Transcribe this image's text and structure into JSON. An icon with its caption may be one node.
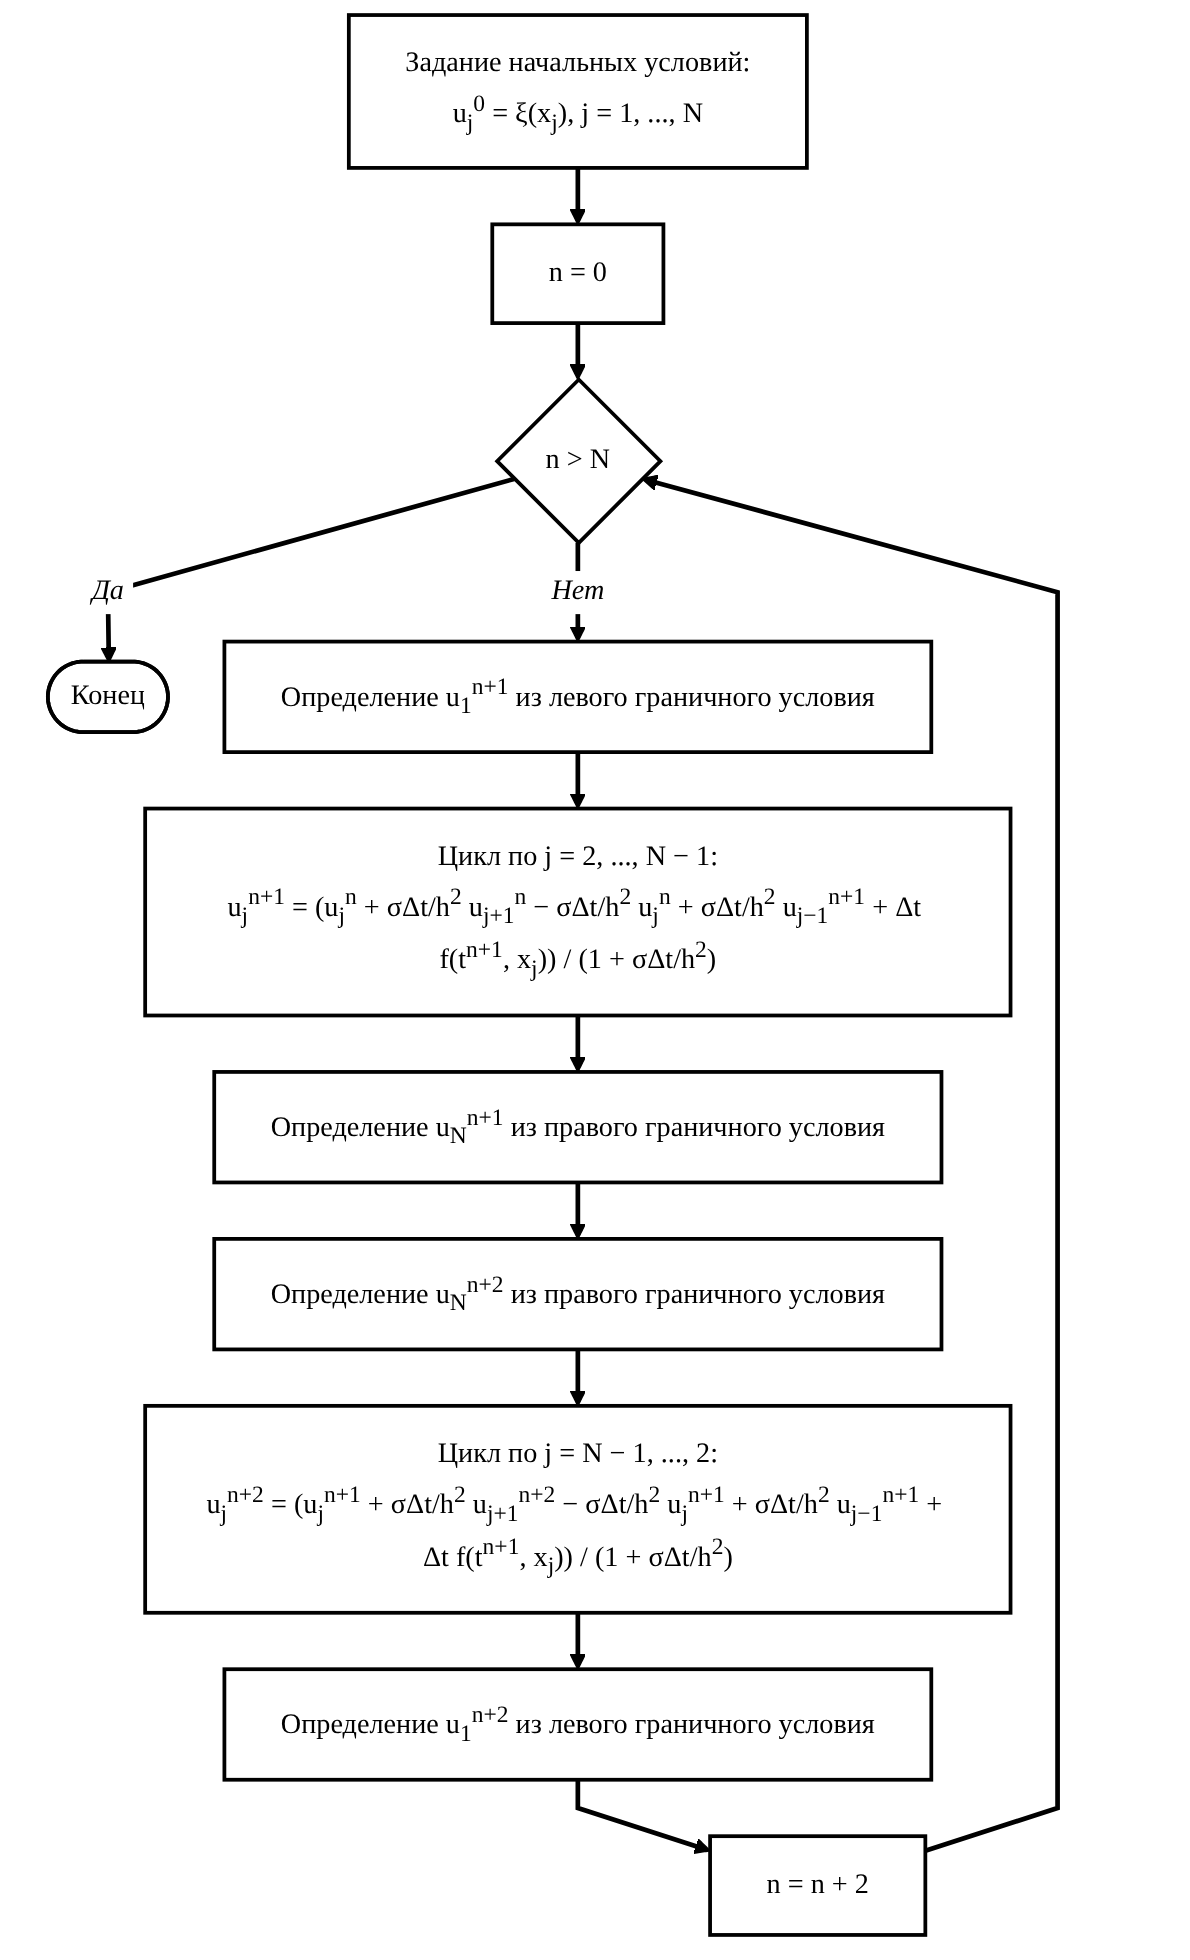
{
  "diagram": {
    "nodes": [
      {
        "text": [
          "Задание начальных условий:",
          "u$_{j}$$^{0}$ = ξ(x$_{j}$),  j = 1, ..., N"
        ]
      },
      {
        "text": [
          "n = 0"
        ]
      },
      {
        "text": [
          "n > N"
        ]
      },
      {
        "text": [
          "Конец"
        ]
      },
      {
        "text": [
          "Определение u$_{1}$$^{n+1}$ из левого граничного условия"
        ]
      },
      {
        "text": [
          "Цикл по j = 2, ..., N − 1:",
          "u$_{j}$$^{n+1}$ = (u$_{j}$$^{n}$ + σΔt/h$^{2}$ u$_{j+1}$$^{n}$ − σΔt/h$^{2}$ u$_{j}$$^{n}$ + σΔt/h$^{2}$ u$_{j−1}$$^{n+1}$ + Δt f(t$^{n+1}$, x$_{j}$)) / (1 + σΔt/h$^{2}$)"
        ]
      },
      {
        "text": [
          "Определение u$_{N}$$^{n+1}$ из правого граничного условия"
        ]
      },
      {
        "text": [
          "Определение u$_{N}$$^{n+2}$ из правого граничного условия"
        ]
      },
      {
        "text": [
          "Цикл по j = N − 1, ..., 2:",
          "u$_{j}$$^{n+2}$ = (u$_{j}$$^{n+1}$ + σΔt/h$^{2}$ u$_{j+1}$$^{n+2}$ − σΔt/h$^{2}$ u$_{j}$$^{n+1}$ + σΔt/h$^{2}$ u$_{j−1}$$^{n+1}$ + Δt f(t$^{n+1}$, x$_{j}$)) / (1 + σΔt/h$^{2}$)"
        ]
      },
      {
        "text": [
          "Определение u$_{1}$$^{n+2}$ из левого граничного условия"
        ]
      },
      {
        "text": [
          "n = n + 2"
        ]
      }
    ],
    "edges": [
      {
        "from": 0,
        "to": 1,
        "arrow": "to"
      },
      {
        "from": 1,
        "to": 2,
        "arrow": "to"
      },
      {
        "from": 2,
        "to": 3,
        "arrow": "to",
        "label": "Да"
      },
      {
        "from": 2,
        "to": 4,
        "arrow": "to",
        "label": "Нет"
      },
      {
        "from": 4,
        "to": 5,
        "arrow": "to"
      },
      {
        "from": 5,
        "to": 6,
        "arrow": "to"
      },
      {
        "from": 6,
        "to": 7,
        "arrow": "to"
      },
      {
        "from": 7,
        "to": 8,
        "arrow": "to"
      },
      {
        "from": 8,
        "to": 9,
        "arrow": "to"
      },
      {
        "from": 9,
        "to": 10,
        "arrow": "to"
      },
      {
        "from": 10,
        "to": 2,
        "arrow": "to"
      }
    ]
  }
}
